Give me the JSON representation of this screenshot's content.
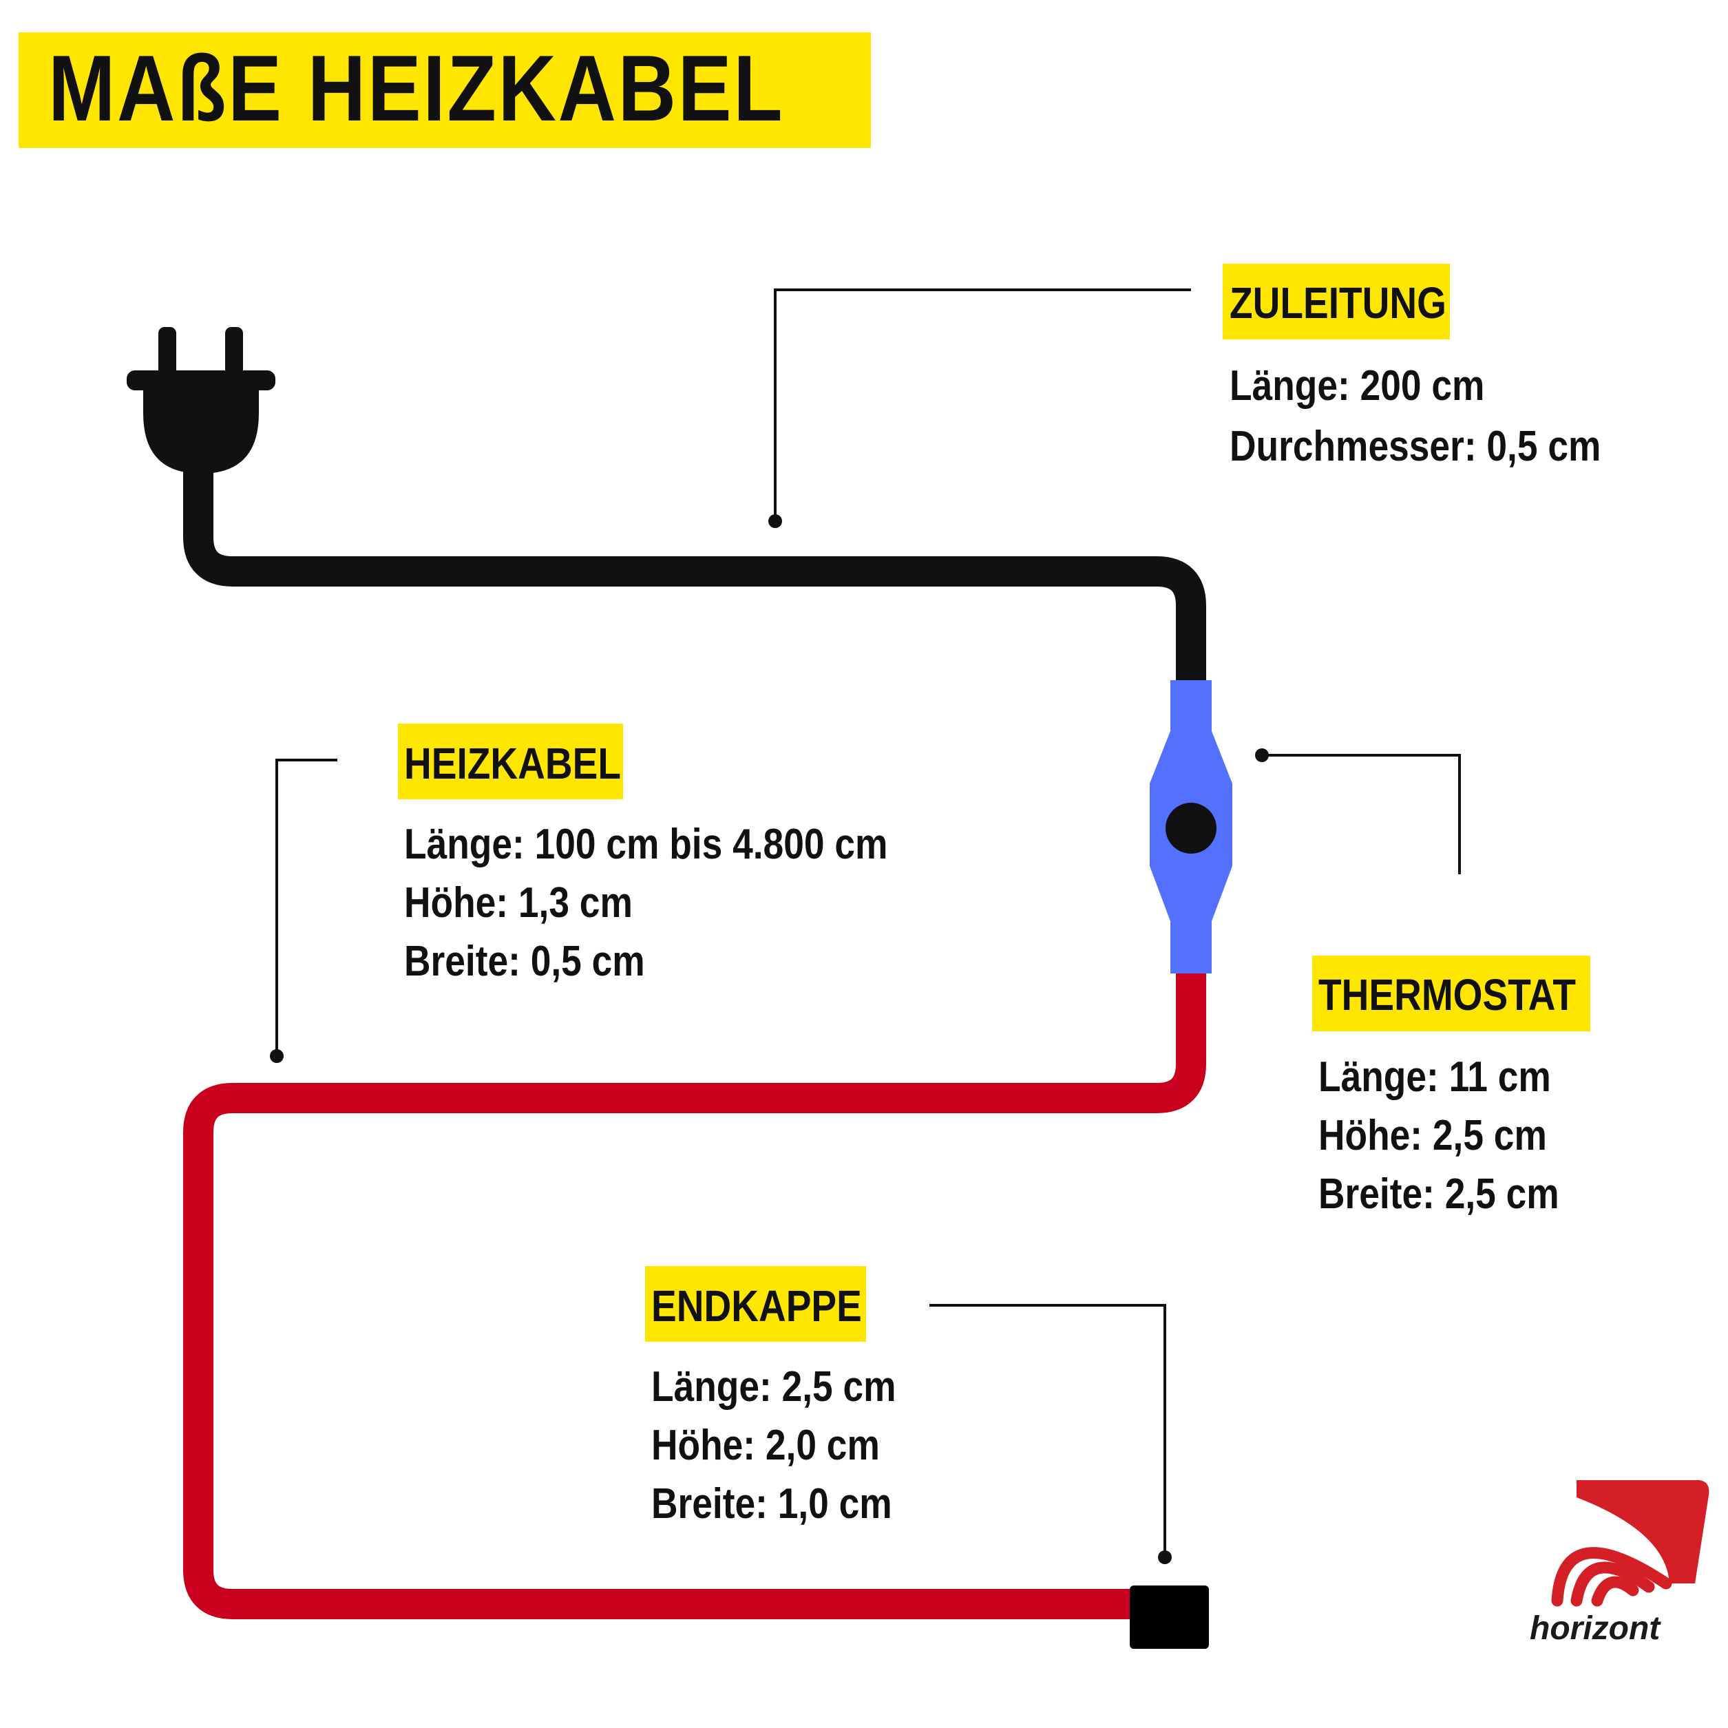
{
  "title": "MAßE HEIZKABEL",
  "colors": {
    "accent_yellow": "#ffe600",
    "supply_cable": "#111111",
    "heating_cable": "#c8001e",
    "thermostat": "#5470ff",
    "text": "#111111",
    "brand_red": "#d51f26"
  },
  "icons": {
    "plug": "power-plug-icon",
    "logo": "horizont-logo"
  },
  "sections": {
    "zuleitung": {
      "label": "ZULEITUNG",
      "specs": [
        "Länge: 200 cm",
        "Durchmesser: 0,5 cm"
      ]
    },
    "heizkabel": {
      "label": "HEIZKABEL",
      "specs": [
        "Länge: 100 cm bis 4.800 cm",
        "Höhe: 1,3 cm",
        "Breite: 0,5 cm"
      ]
    },
    "thermostat": {
      "label": "THERMOSTAT",
      "specs": [
        "Länge: 11 cm",
        "Höhe: 2,5 cm",
        "Breite: 2,5 cm"
      ]
    },
    "endkappe": {
      "label": "ENDKAPPE",
      "specs": [
        "Länge: 2,5 cm",
        "Höhe: 2,0 cm",
        "Breite: 1,0 cm"
      ]
    }
  },
  "brand": {
    "name": "horizont"
  }
}
